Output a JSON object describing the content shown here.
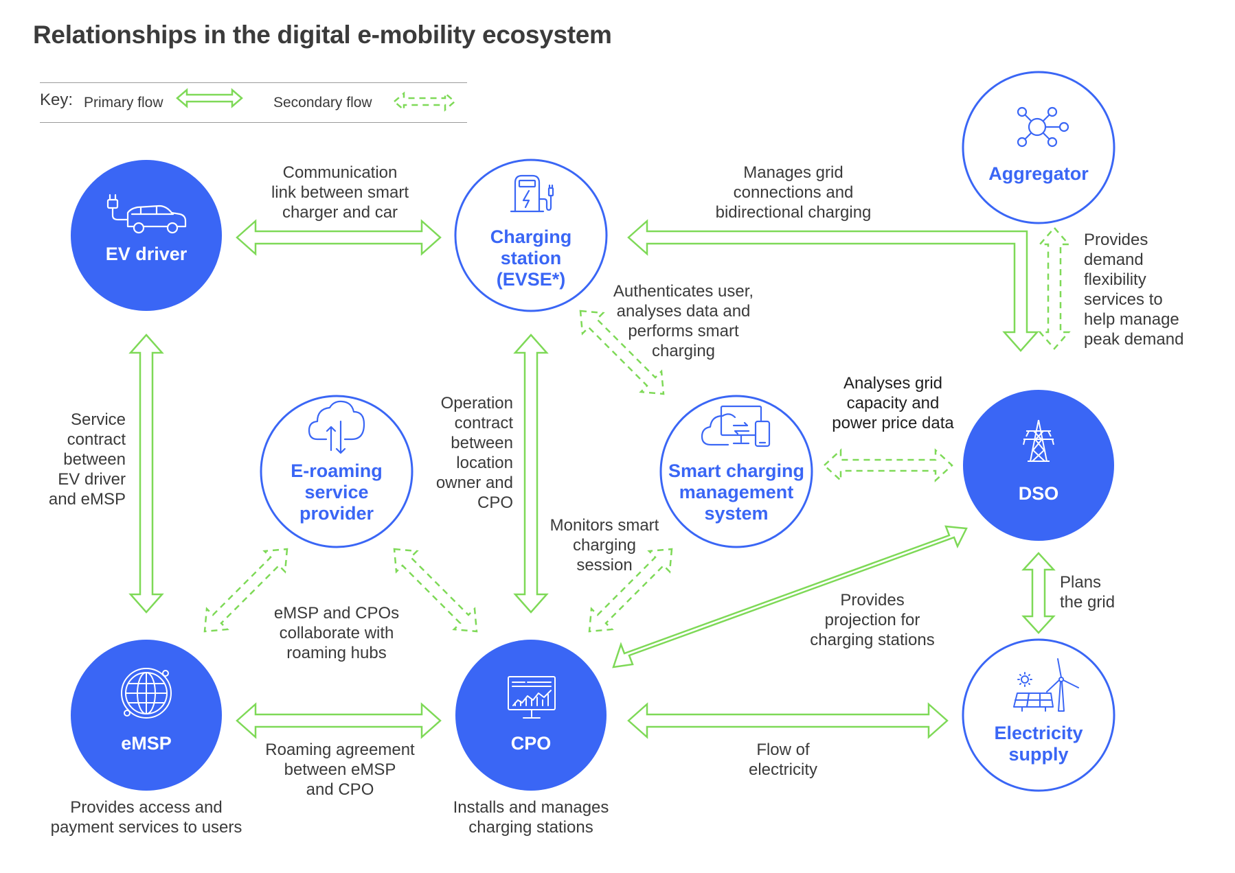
{
  "title": "Relationships in the digital e-mobility ecosystem",
  "colors": {
    "blue": "#3a66f5",
    "green": "#7ed957",
    "text": "#3a3a3a"
  },
  "key": {
    "label": "Key:",
    "primary": "Primary flow",
    "secondary": "Secondary flow"
  },
  "nodes": {
    "ev_driver": {
      "name": "EV driver",
      "icon": "plug-car-icon"
    },
    "charging_station": {
      "name_lines": [
        "Charging",
        "station",
        "(EVSE*)"
      ],
      "icon": "charging-station-icon"
    },
    "aggregator": {
      "name": "Aggregator",
      "icon": "network-nodes-icon"
    },
    "eroaming": {
      "name_lines": [
        "E-roaming",
        "service",
        "provider"
      ],
      "icon": "cloud-transfer-icon"
    },
    "smart_charging": {
      "name_lines": [
        "Smart charging",
        "management",
        "system"
      ],
      "icon": "cloud-devices-icon"
    },
    "dso": {
      "name": "DSO",
      "icon": "transmission-tower-icon"
    },
    "emsp": {
      "name": "eMSP",
      "icon": "globe-network-icon",
      "caption_lines": [
        "Provides access and",
        "payment services to users"
      ]
    },
    "cpo": {
      "name": "CPO",
      "icon": "monitor-chart-icon",
      "caption_lines": [
        "Installs and manages",
        "charging stations"
      ]
    },
    "electricity": {
      "name_lines": [
        "Electricity",
        "supply"
      ],
      "icon": "solar-wind-icon"
    }
  },
  "flows": {
    "ev_cs": [
      "Communication",
      "link between smart",
      "charger and car"
    ],
    "cs_dso": [
      "Manages grid",
      "connections and",
      "bidirectional charging"
    ],
    "agg_dso": [
      "Provides",
      "demand",
      "flexibility",
      "services to",
      "help manage",
      "peak demand"
    ],
    "cs_smart": [
      "Authenticates user,",
      "analyses data and",
      "performs smart",
      "charging"
    ],
    "smart_dso": [
      "Analyses grid",
      "capacity and",
      "power price data"
    ],
    "ev_emsp": [
      "Service",
      "contract",
      "between",
      "EV driver",
      "and eMSP"
    ],
    "cs_cpo": [
      "Operation",
      "contract",
      "between",
      "location",
      "owner and",
      "CPO"
    ],
    "smart_cpo": [
      "Monitors smart",
      "charging",
      "session"
    ],
    "roaming_hubs": [
      "eMSP and CPOs",
      "collaborate with",
      "roaming hubs"
    ],
    "cpo_dso": [
      "Provides",
      "projection for",
      "charging stations"
    ],
    "dso_elec": [
      "Plans",
      "the grid"
    ],
    "emsp_cpo": [
      "Roaming agreement",
      "between eMSP",
      "and CPO"
    ],
    "cpo_elec": [
      "Flow of",
      "electricity"
    ]
  }
}
